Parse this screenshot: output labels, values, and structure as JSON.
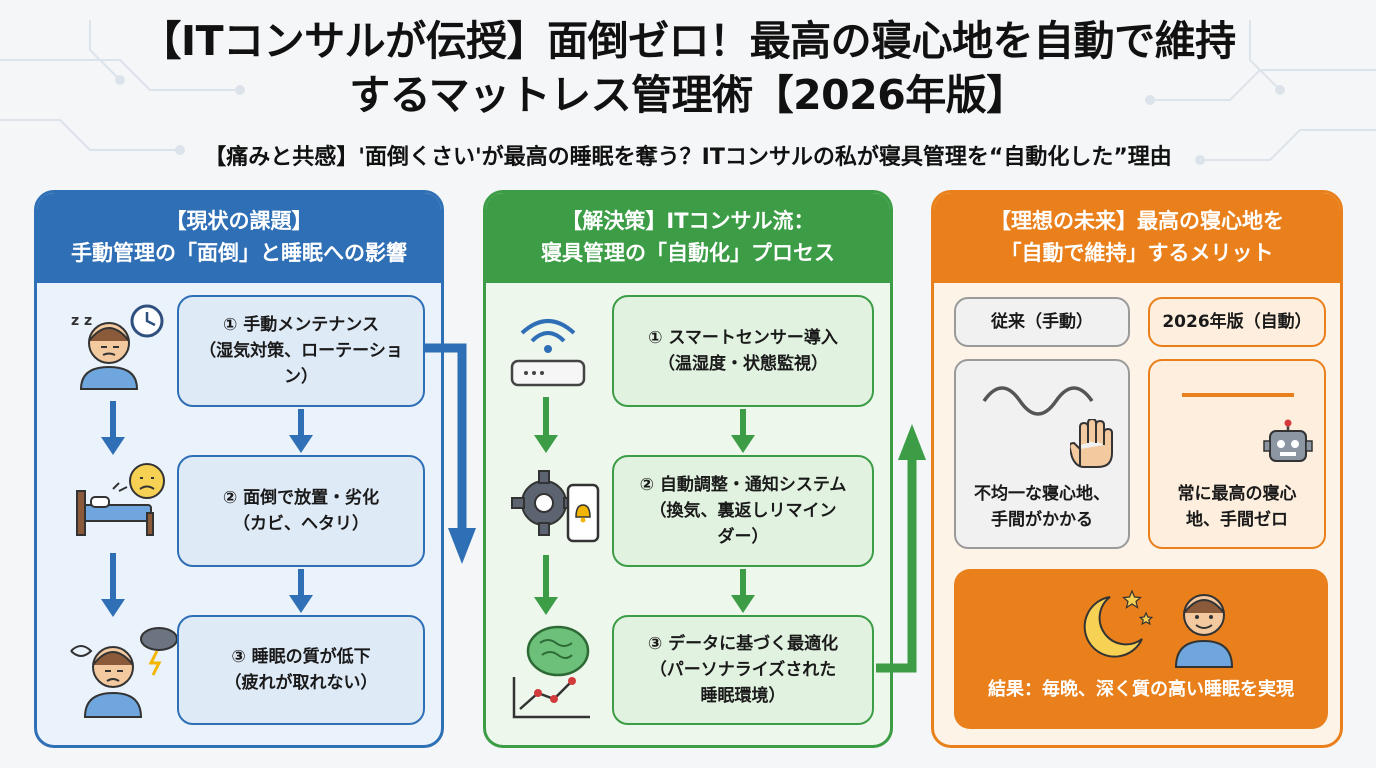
{
  "title": {
    "line1": "【ITコンサルが伝授】面倒ゼロ！最高の寝心地を自動で維持",
    "line2": "するマットレス管理術【2026年版】"
  },
  "subtitle": "【痛みと共感】'面倒くさい'が最高の睡眠を奪う？ITコンサルの私が寝具管理を“自動化した”理由",
  "colors": {
    "blue": "#2f6fb5",
    "green": "#3c9d46",
    "orange": "#e9801c"
  },
  "panels": {
    "current": {
      "header_line1": "【現状の課題】",
      "header_line2": "手動管理の「面倒」と睡眠への影響",
      "steps": [
        {
          "line1": "① 手動メンテナンス",
          "line2": "（湿気対策、ローテーション）"
        },
        {
          "line1": "② 面倒で放置・劣化",
          "line2": "（カビ、ヘタリ）"
        },
        {
          "line1": "③ 睡眠の質が低下",
          "line2": "（疲れが取れない）"
        }
      ],
      "icons": [
        "sleepy-person-clock-icon",
        "bed-sad-face-icon",
        "tired-person-storm-icon"
      ]
    },
    "solution": {
      "header_line1": "【解決策】ITコンサル流：",
      "header_line2": "寝具管理の「自動化」プロセス",
      "steps": [
        {
          "line1": "① スマートセンサー導入",
          "line2": "（温湿度・状態監視）"
        },
        {
          "line1": "② 自動調整・通知システム",
          "line2": "（換気、裏返しリマイン",
          "line3": "ダー）"
        },
        {
          "line1": "③ データに基づく最適化",
          "line2": "（パーソナライズされた",
          "line3": "睡眠環境）"
        }
      ],
      "icons": [
        "wifi-sensor-icon",
        "gear-phone-bell-icon",
        "brain-chart-icon"
      ]
    },
    "future": {
      "header_line1": "【理想の未来】最高の寝心地を",
      "header_line2": "「自動で維持」するメリット",
      "compare": {
        "left_label": "従来（手動）",
        "right_label": "2026年版（自動）",
        "left_desc_line1": "不均一な寝心地、",
        "left_desc_line2": "手間がかかる",
        "right_desc_line1": "常に最高の寝心",
        "right_desc_line2": "地、手間ゼロ"
      },
      "result": "結果：毎晩、深く質の高い睡眠を実現",
      "icons": [
        "wave-line-icon",
        "hand-icon",
        "flat-line-icon",
        "robot-icon",
        "moon-stars-icon",
        "happy-person-icon"
      ]
    }
  }
}
